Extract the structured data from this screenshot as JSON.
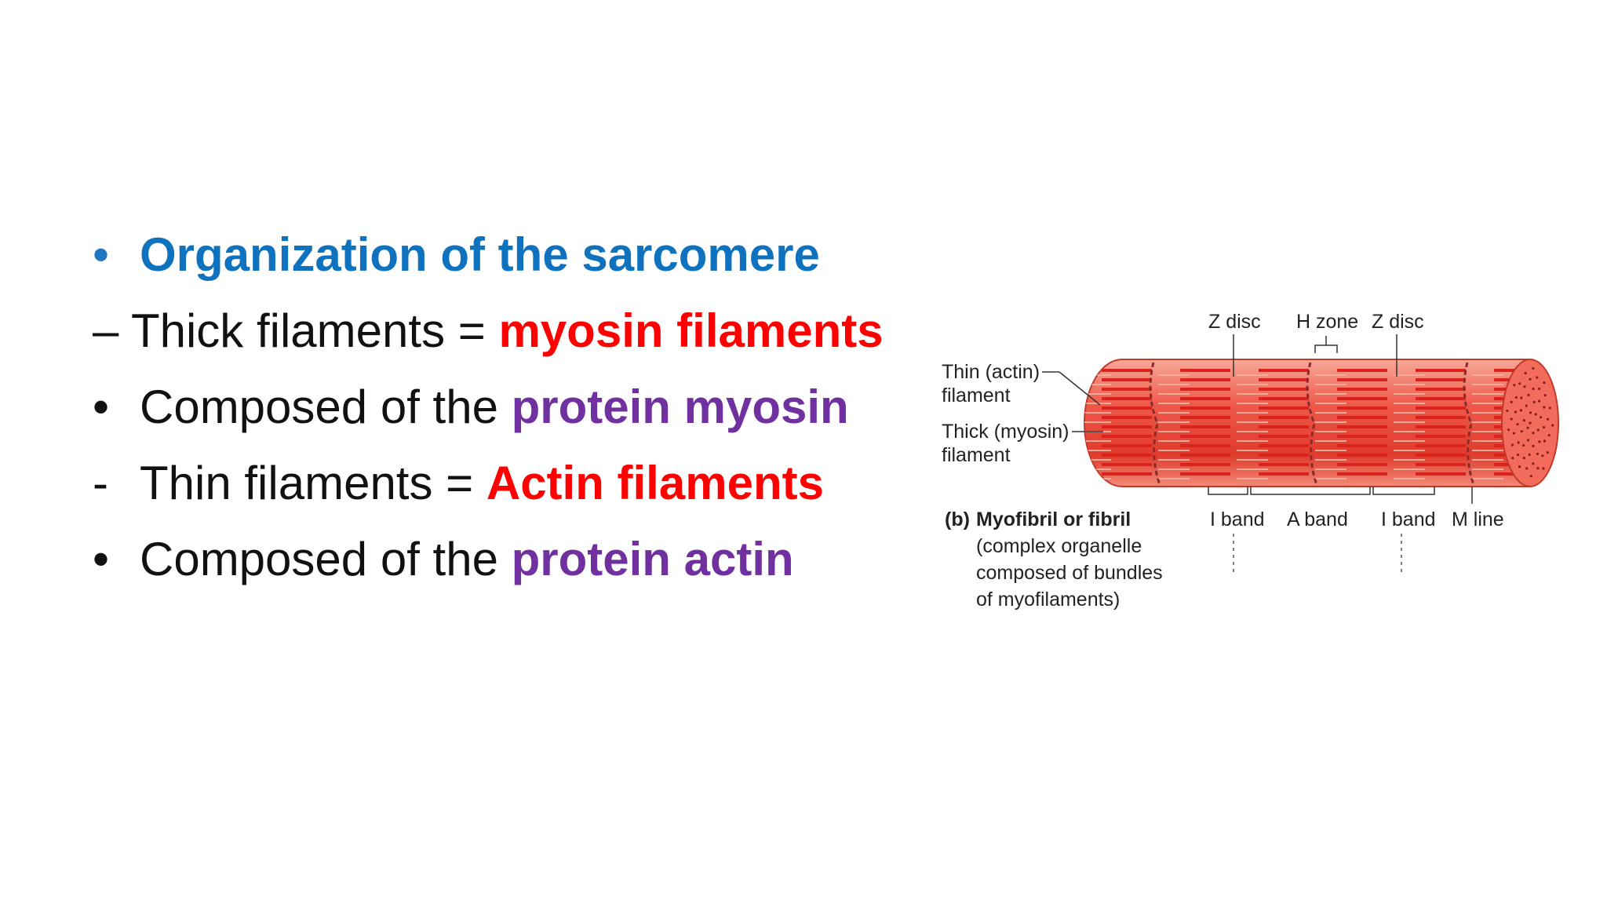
{
  "bullets": [
    {
      "marker": "•",
      "parts": [
        {
          "text": "Organization of the sarcomere",
          "style": "title"
        }
      ]
    },
    {
      "marker": "",
      "parts": [
        {
          "text": "– Thick filaments = ",
          "style": "plain"
        },
        {
          "text": "myosin filaments",
          "style": "red"
        }
      ]
    },
    {
      "marker": "•",
      "parts": [
        {
          "text": "Composed of the ",
          "style": "plain"
        },
        {
          "text": "protein myosin",
          "style": "purple"
        }
      ]
    },
    {
      "marker": "-",
      "parts": [
        {
          "text": "Thin filaments = ",
          "style": "plain"
        },
        {
          "text": "Actin filaments",
          "style": "red"
        }
      ]
    },
    {
      "marker": "•",
      "parts": [
        {
          "text": "Composed of the ",
          "style": "plain"
        },
        {
          "text": "protein actin",
          "style": "purple"
        }
      ]
    }
  ],
  "figure": {
    "labels": {
      "z_disc_left": "Z disc",
      "h_zone": "H zone",
      "z_disc_right": "Z disc",
      "thin_1": "Thin (actin)",
      "thin_2": "filament",
      "thick_1": "Thick (myosin)",
      "thick_2": "filament",
      "i_band_left": "I band",
      "a_band": "A band",
      "i_band_right": "I band",
      "m_line": "M line",
      "caption_b": "(b)",
      "caption_title": "Myofibril or fibril",
      "caption_1": "(complex organelle",
      "caption_2": "composed of bundles",
      "caption_3": "of myofilaments)"
    },
    "colors": {
      "fibril": "#ef5a4a",
      "fibril_dark": "#d9231c",
      "fibril_light": "#f7a99a",
      "end_cap": "#f26b5b"
    }
  }
}
